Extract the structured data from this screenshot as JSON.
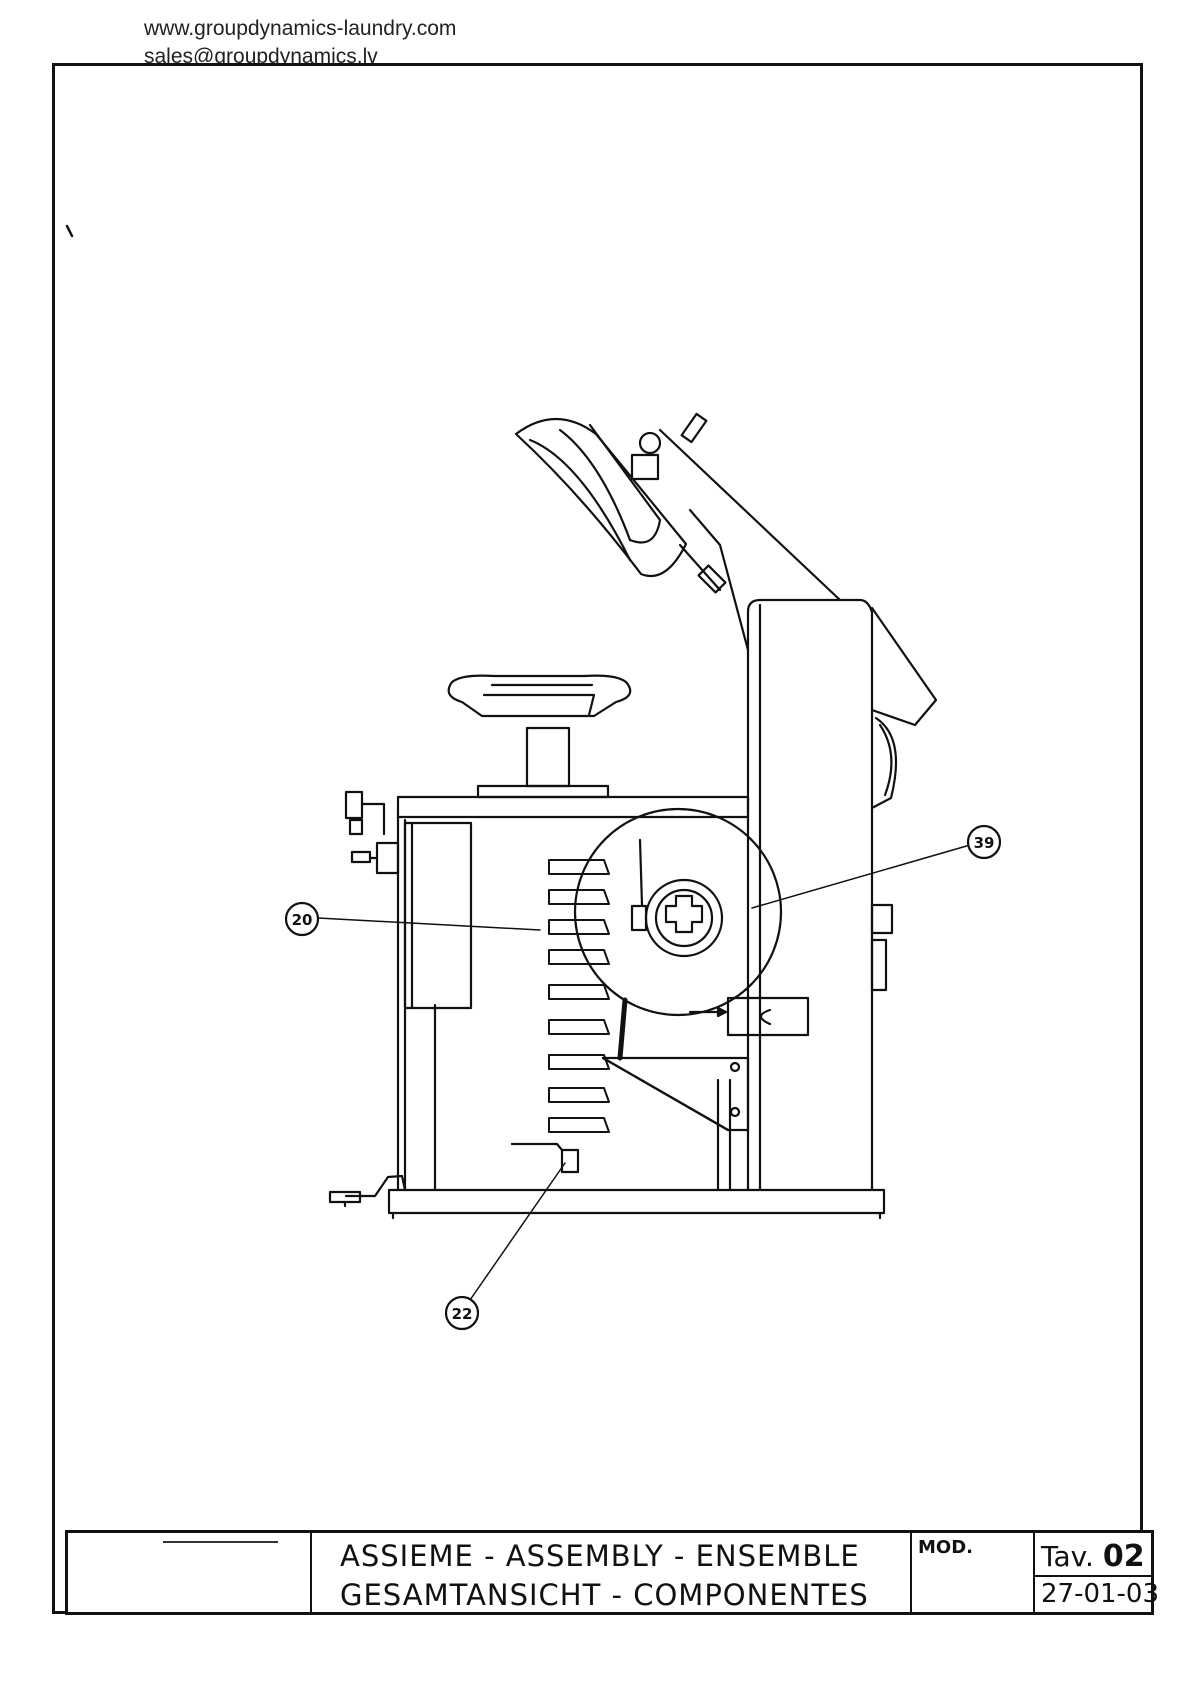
{
  "header": {
    "website": "www.groupdynamics-laundry.com",
    "email": "sales@groupdynamics.lv"
  },
  "callouts": [
    {
      "label": "39"
    },
    {
      "label": "20"
    },
    {
      "label": "22"
    }
  ],
  "title_block": {
    "line1": "ASSIEME - ASSEMBLY - ENSEMBLE",
    "line2": "GESAMTANSICHT - COMPONENTES",
    "mod_label": "MOD.",
    "tav_label": "Tav.",
    "tav_number": "02",
    "date": "27-01-03"
  }
}
